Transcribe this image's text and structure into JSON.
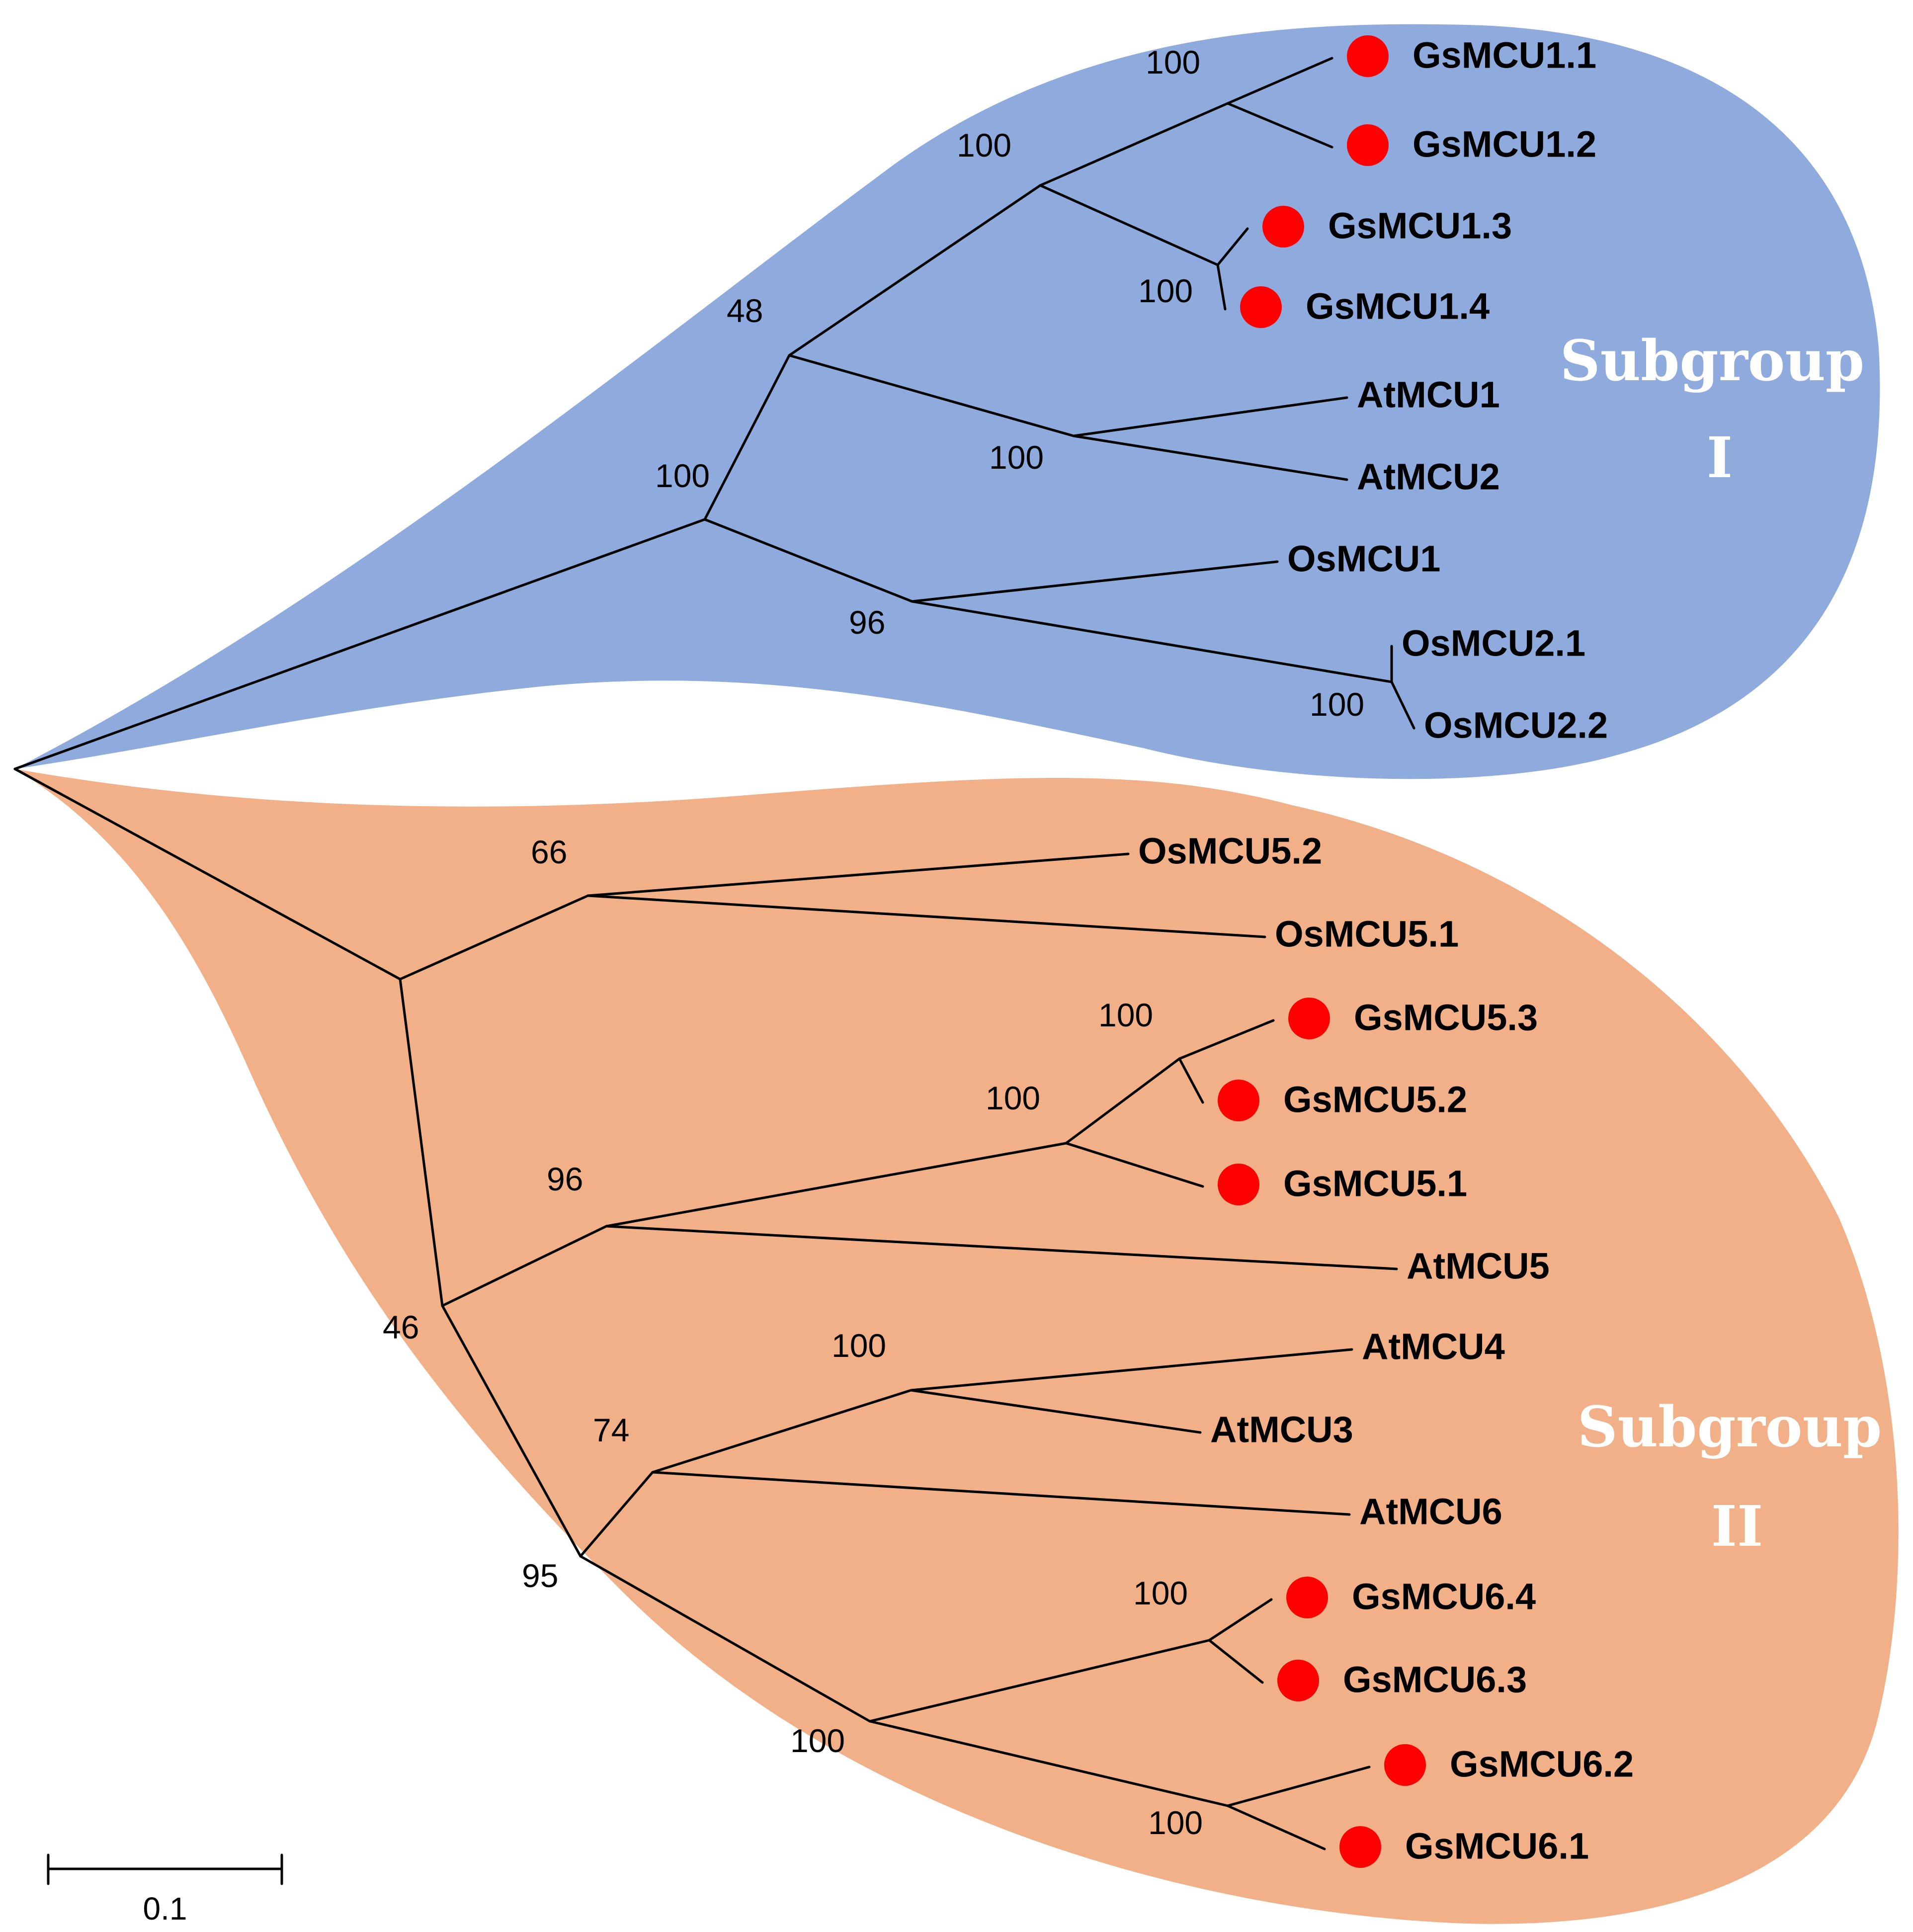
{
  "colors": {
    "subgroup1_fill": "#8fabdd",
    "subgroup2_fill": "#f2b088",
    "marker": "#ff0000",
    "line": "#000000",
    "subgroup_text": "#ffffff"
  },
  "subgroups": [
    {
      "id": "subgroup-1",
      "line1": "Subgroup",
      "line2": "I"
    },
    {
      "id": "subgroup-2",
      "line1": "Subgroup",
      "line2": "II"
    }
  ],
  "leaves": [
    {
      "id": "GsMCU1.1",
      "label": "GsMCU1.1",
      "marked": true
    },
    {
      "id": "GsMCU1.2",
      "label": "GsMCU1.2",
      "marked": true
    },
    {
      "id": "GsMCU1.3",
      "label": "GsMCU1.3",
      "marked": true
    },
    {
      "id": "GsMCU1.4",
      "label": "GsMCU1.4",
      "marked": true
    },
    {
      "id": "AtMCU1",
      "label": "AtMCU1",
      "marked": false
    },
    {
      "id": "AtMCU2",
      "label": "AtMCU2",
      "marked": false
    },
    {
      "id": "OsMCU1",
      "label": "OsMCU1",
      "marked": false
    },
    {
      "id": "OsMCU2.1",
      "label": "OsMCU2.1",
      "marked": false
    },
    {
      "id": "OsMCU2.2",
      "label": "OsMCU2.2",
      "marked": false
    },
    {
      "id": "OsMCU5.2",
      "label": "OsMCU5.2",
      "marked": false
    },
    {
      "id": "OsMCU5.1",
      "label": "OsMCU5.1",
      "marked": false
    },
    {
      "id": "GsMCU5.3",
      "label": "GsMCU5.3",
      "marked": true
    },
    {
      "id": "GsMCU5.2",
      "label": "GsMCU5.2",
      "marked": true
    },
    {
      "id": "GsMCU5.1",
      "label": "GsMCU5.1",
      "marked": true
    },
    {
      "id": "AtMCU5",
      "label": "AtMCU5",
      "marked": false
    },
    {
      "id": "AtMCU4",
      "label": "AtMCU4",
      "marked": false
    },
    {
      "id": "AtMCU3",
      "label": "AtMCU3",
      "marked": false
    },
    {
      "id": "AtMCU6",
      "label": "AtMCU6",
      "marked": false
    },
    {
      "id": "GsMCU6.4",
      "label": "GsMCU6.4",
      "marked": true
    },
    {
      "id": "GsMCU6.3",
      "label": "GsMCU6.3",
      "marked": true
    },
    {
      "id": "GsMCU6.2",
      "label": "GsMCU6.2",
      "marked": true
    },
    {
      "id": "GsMCU6.1",
      "label": "GsMCU6.1",
      "marked": true
    }
  ],
  "nodes": [
    {
      "id": "root",
      "parent": null,
      "support": ""
    },
    {
      "id": "n1_root",
      "parent": "root",
      "support": "100"
    },
    {
      "id": "n1_gs_at",
      "parent": "n1_root",
      "support": "48"
    },
    {
      "id": "n1_gs",
      "parent": "n1_gs_at",
      "support": "100"
    },
    {
      "id": "n1_gs12",
      "parent": "n1_gs",
      "support": "100"
    },
    {
      "id": "n1_gs34",
      "parent": "n1_gs",
      "support": "100"
    },
    {
      "id": "n1_at",
      "parent": "n1_gs_at",
      "support": "100"
    },
    {
      "id": "n1_os",
      "parent": "n1_root",
      "support": "96"
    },
    {
      "id": "n1_os2",
      "parent": "n1_os",
      "support": "100"
    },
    {
      "id": "n2_root",
      "parent": "root",
      "support": ""
    },
    {
      "id": "n2_os5",
      "parent": "n2_root",
      "support": "66"
    },
    {
      "id": "n2_a",
      "parent": "n2_root",
      "support": "46"
    },
    {
      "id": "n2_g5_at5",
      "parent": "n2_a",
      "support": "96"
    },
    {
      "id": "n2_g5",
      "parent": "n2_g5_at5",
      "support": "100"
    },
    {
      "id": "n2_g532",
      "parent": "n2_g5",
      "support": "100"
    },
    {
      "id": "n2_b",
      "parent": "n2_a",
      "support": "95"
    },
    {
      "id": "n2_at346",
      "parent": "n2_b",
      "support": "74"
    },
    {
      "id": "n2_at34",
      "parent": "n2_at346",
      "support": "100"
    },
    {
      "id": "n2_g6",
      "parent": "n2_b",
      "support": "100"
    },
    {
      "id": "n2_g643",
      "parent": "n2_g6",
      "support": "100"
    },
    {
      "id": "n2_g621",
      "parent": "n2_g6",
      "support": "100"
    }
  ],
  "leaf_parents": {
    "GsMCU1.1": "n1_gs12",
    "GsMCU1.2": "n1_gs12",
    "GsMCU1.3": "n1_gs34",
    "GsMCU1.4": "n1_gs34",
    "AtMCU1": "n1_at",
    "AtMCU2": "n1_at",
    "OsMCU1": "n1_os",
    "OsMCU2.1": "n1_os2",
    "OsMCU2.2": "n1_os2",
    "OsMCU5.2": "n2_os5",
    "OsMCU5.1": "n2_os5",
    "GsMCU5.3": "n2_g532",
    "GsMCU5.2": "n2_g532",
    "GsMCU5.1": "n2_g5",
    "AtMCU5": "n2_g5_at5",
    "AtMCU4": "n2_at34",
    "AtMCU3": "n2_at34",
    "AtMCU6": "n2_at346",
    "GsMCU6.4": "n2_g643",
    "GsMCU6.3": "n2_g643",
    "GsMCU6.2": "n2_g621",
    "GsMCU6.1": "n2_g621"
  },
  "scale_bar": {
    "value": 0.1,
    "label": "0.1"
  }
}
